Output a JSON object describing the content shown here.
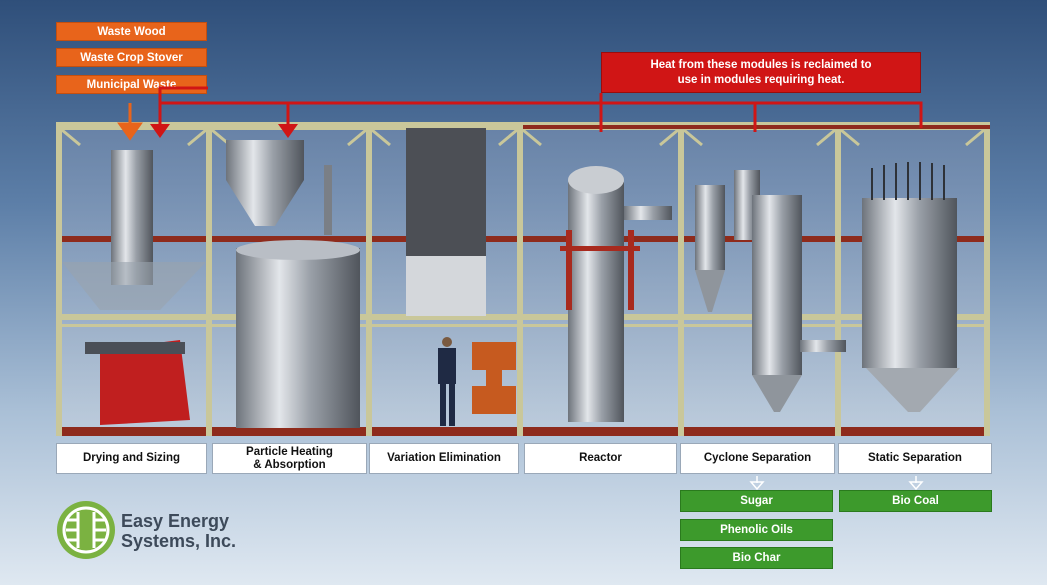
{
  "feedstocks": [
    "Waste Wood",
    "Waste Crop Stover",
    "Municipal Waste"
  ],
  "heat_note": "Heat from these modules is reclaimed to\nuse in modules requiring heat.",
  "modules": [
    "Drying and Sizing",
    "Particle Heating\n& Absorption",
    "Variation Elimination",
    "Reactor",
    "Cyclone Separation",
    "Static Separation"
  ],
  "cyclone_outputs": [
    "Sugar",
    "Phenolic Oils",
    "Bio Char"
  ],
  "static_outputs": [
    "Bio Coal"
  ],
  "company": {
    "line1": "Easy Energy",
    "line2": "Systems, Inc."
  },
  "colors": {
    "feedstock": "#e8641b",
    "heat": "#d01515",
    "output": "#3d9a2c",
    "frame": "#c9c79a",
    "rail": "#8e2b1c"
  }
}
